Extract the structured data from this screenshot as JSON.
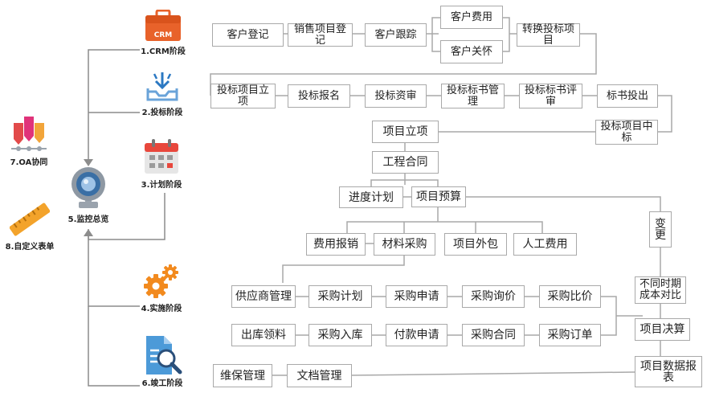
{
  "stages": {
    "crm": {
      "label": "1.CRM阶段",
      "badge": "CRM"
    },
    "bid": {
      "label": "2.投标阶段"
    },
    "plan": {
      "label": "3.计划阶段"
    },
    "implement": {
      "label": "4.实施阶段"
    },
    "monitor": {
      "label": "5.监控总览"
    },
    "complete": {
      "label": "6.竣工阶段"
    },
    "oa": {
      "label": "7.OA协同"
    },
    "custom": {
      "label": "8.自定义表单"
    }
  },
  "boxes": {
    "customer_register": "客户登记",
    "sales_project_register": "销售项目登记",
    "customer_follow": "客户跟踪",
    "customer_cost": "客户费用",
    "customer_care": "客户关怀",
    "convert_bid_project": "转换投标项目",
    "bid_project_setup": "投标项目立项",
    "bid_signup": "投标报名",
    "bid_qualification": "投标资审",
    "bid_doc_management": "投标标书管理",
    "bid_doc_review": "投标标书评审",
    "bid_submission": "标书投出",
    "bid_project_won": "投标项目中标",
    "project_setup": "项目立项",
    "engineering_contract": "工程合同",
    "progress_plan": "进度计划",
    "project_budget": "项目预算",
    "change": "变更",
    "expense_reimburse": "费用报销",
    "material_purchase": "材料采购",
    "project_outsource": "项目外包",
    "labor_cost": "人工费用",
    "supplier_management": "供应商管理",
    "purchase_plan": "采购计划",
    "purchase_request": "采购申请",
    "purchase_inquiry": "采购询价",
    "purchase_compare": "采购比价",
    "cost_comparison": "不同时期成本对比",
    "outbound_pick": "出库领料",
    "purchase_inbound": "采购入库",
    "payment_request": "付款申请",
    "purchase_contract": "采购合同",
    "purchase_order": "采购订单",
    "project_final_account": "项目决算",
    "maintenance_management": "维保管理",
    "document_management": "文档管理",
    "project_data_report": "项目数据报表"
  },
  "colors": {
    "crm": "#e8622a",
    "bid_arrow": "#2b78c2",
    "tray": "#6aa3d9",
    "calendar_top": "#e8473c",
    "gear": "#f28a1e",
    "monitor": "#3a6fa5",
    "oa_red": "#e24a4a",
    "oa_pink": "#e0337a",
    "oa_orange": "#f2a53a",
    "ruler": "#f3a32b",
    "doc": "#4c9ad8",
    "line": "#a9a9a9",
    "stage_line": "#8c8c8c"
  }
}
